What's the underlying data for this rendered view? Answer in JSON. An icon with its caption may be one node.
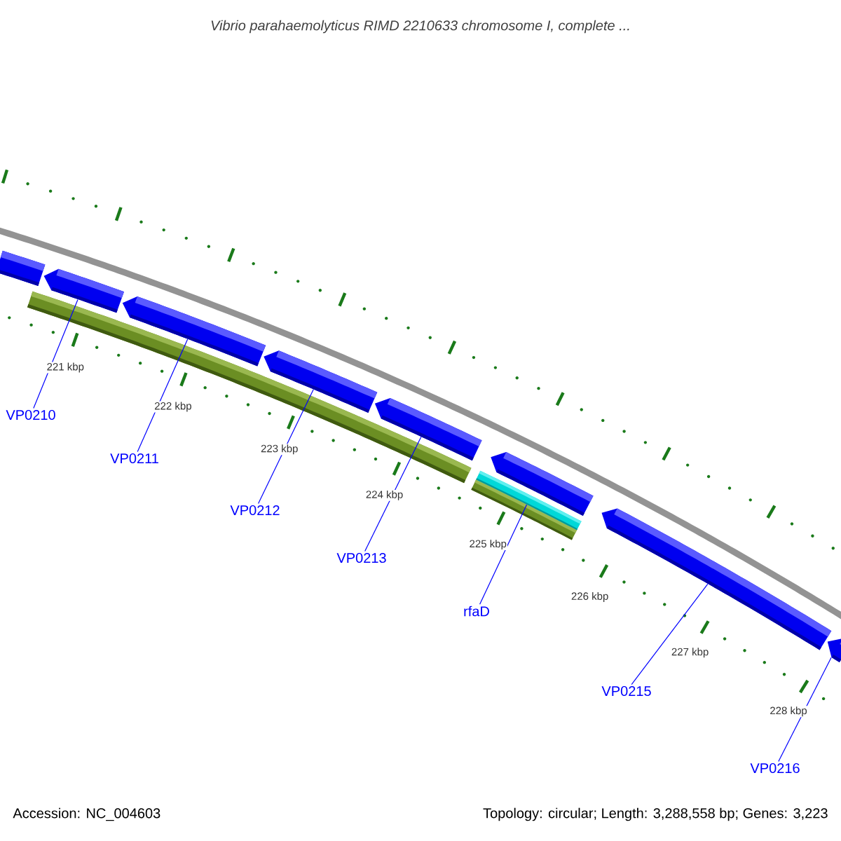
{
  "diagram": {
    "title": "Vibrio parahaemolyticus RIMD 2210633 chromosome I, complete ...",
    "nodes": [
      {
        "text": [],
        "shape": "bar"
      },
      {
        "text": [],
        "shape": "bar"
      },
      {
        "text": [],
        "shape": "bar"
      },
      {
        "text": [],
        "shape": "bar"
      },
      {
        "text": [],
        "shape": "bar"
      },
      {
        "text": [],
        "shape": "bar"
      },
      {
        "text": [],
        "shape": "bar"
      },
      {
        "text": [],
        "shape": "bar"
      },
      {
        "text": [],
        "shape": "bar"
      },
      {
        "text": [
          "VP0210"
        ]
      },
      {
        "text": [
          "VP0211"
        ]
      },
      {
        "text": [
          "VP0212"
        ]
      },
      {
        "text": [
          "VP0213"
        ]
      },
      {
        "text": [
          "rfaD"
        ]
      },
      {
        "text": [
          "VP0215"
        ]
      },
      {
        "text": [
          "VP0216"
        ]
      }
    ],
    "edges": [
      {
        "from": 9,
        "to": 1,
        "arrow": "none"
      },
      {
        "from": 10,
        "to": 2,
        "arrow": "none"
      },
      {
        "from": 11,
        "to": 3,
        "arrow": "none"
      },
      {
        "from": 12,
        "to": 4,
        "arrow": "none"
      },
      {
        "from": 13,
        "to": 5,
        "arrow": "none"
      },
      {
        "from": 14,
        "to": 7,
        "arrow": "none"
      },
      {
        "from": 15,
        "to": 8,
        "arrow": "none"
      }
    ],
    "labels": [
      "221 kbp",
      "222 kbp",
      "223 kbp",
      "224 kbp",
      "225 kbp",
      "226 kbp",
      "227 kbp",
      "228 kbp",
      "Accession: NC_004603",
      "Topology: circular; Length: 3,288,558 bp; Genes: 3,223"
    ]
  }
}
